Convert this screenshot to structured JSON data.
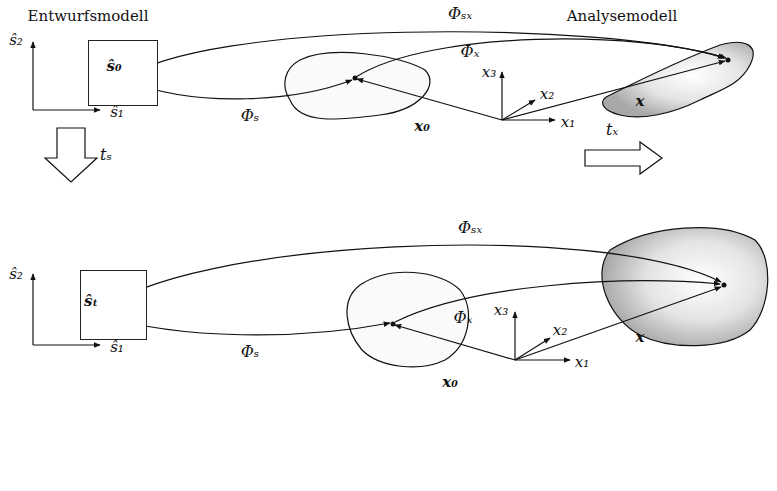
{
  "diagram": {
    "nodes": [
      {
        "text": [
          "ŝ₀"
        ]
      },
      {
        "text": [
          "ŝₜ"
        ]
      }
    ],
    "labels": [
      "Entwurfsmodell",
      "Analysemodell",
      "Φₛₓ",
      "Φₛ",
      "Φₓ",
      "ŝ₂",
      "ŝ₁",
      "x₃",
      "x₂",
      "x₁",
      "x₀",
      "x",
      "tₛ",
      "tₓ",
      "Φₛₓ",
      "Φₛ",
      "Φₓ",
      "ŝ₂",
      "ŝ₁",
      "x₃",
      "x₂",
      "x₁",
      "x₀",
      "x"
    ]
  }
}
